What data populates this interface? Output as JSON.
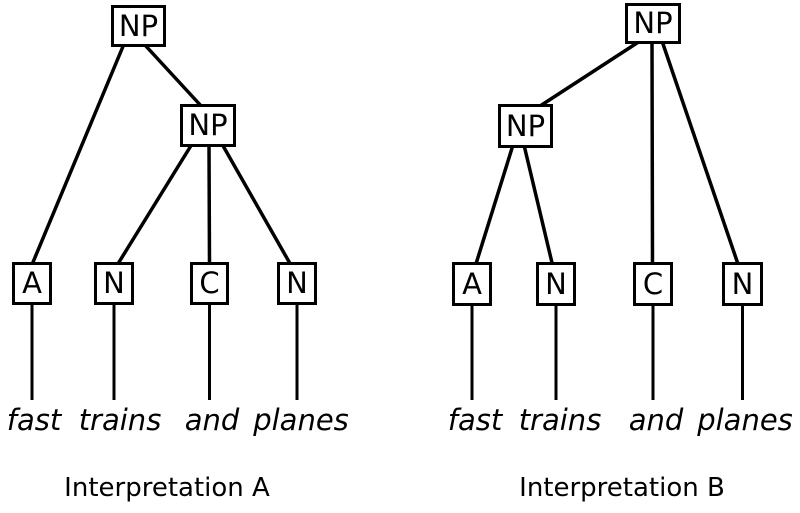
{
  "figure": {
    "description": "Two constituency parse trees showing the structural ambiguity of the noun phrase 'fast trains and planes'",
    "colors": {
      "ink": "#000000",
      "background": "#ffffff"
    },
    "trees": [
      {
        "caption": "Interpretation A",
        "root": {
          "label": "NP"
        },
        "phrase": {
          "label": "NP"
        },
        "leaves": [
          {
            "label": "A",
            "word": "fast"
          },
          {
            "label": "N",
            "word": "trains"
          },
          {
            "label": "C",
            "word": "and"
          },
          {
            "label": "N",
            "word": "planes"
          }
        ],
        "edges": [
          [
            "root-NP",
            "A-fast"
          ],
          [
            "root-NP",
            "phrase-NP"
          ],
          [
            "phrase-NP",
            "N-trains"
          ],
          [
            "phrase-NP",
            "C-and"
          ],
          [
            "phrase-NP",
            "N-planes"
          ]
        ]
      },
      {
        "caption": "Interpretation B",
        "root": {
          "label": "NP"
        },
        "phrase": {
          "label": "NP"
        },
        "leaves": [
          {
            "label": "A",
            "word": "fast"
          },
          {
            "label": "N",
            "word": "trains"
          },
          {
            "label": "C",
            "word": "and"
          },
          {
            "label": "N",
            "word": "planes"
          }
        ],
        "edges": [
          [
            "root-NP",
            "phrase-NP"
          ],
          [
            "root-NP",
            "C-and"
          ],
          [
            "root-NP",
            "N-planes"
          ],
          [
            "phrase-NP",
            "A-fast"
          ],
          [
            "phrase-NP",
            "N-trains"
          ]
        ]
      }
    ]
  }
}
